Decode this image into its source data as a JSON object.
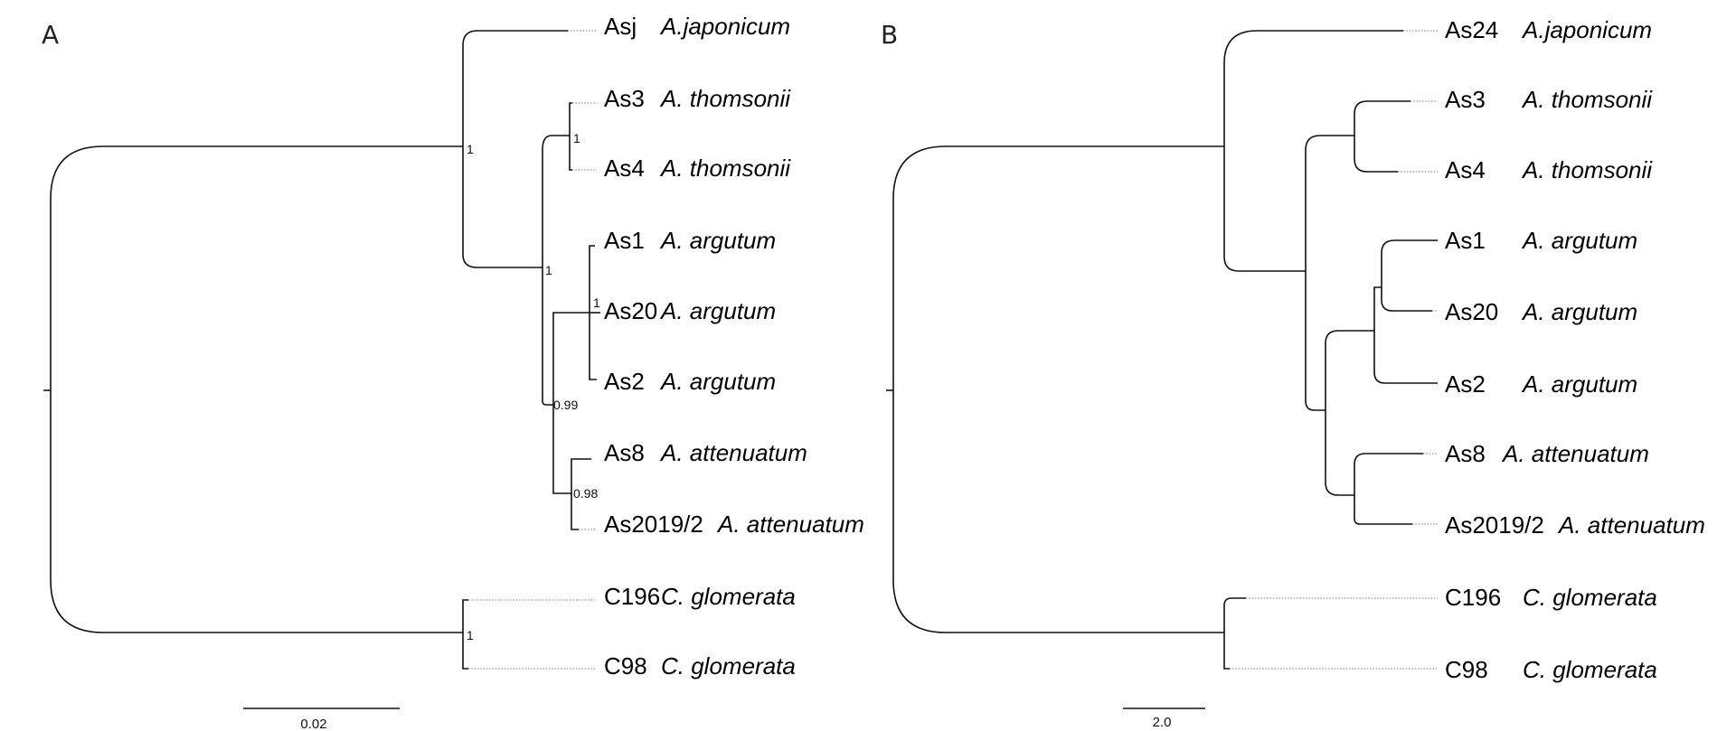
{
  "panels": [
    {
      "letter": "A",
      "scale_label": "0.02",
      "tips": [
        {
          "id": "Asj",
          "species": "A.japonicum"
        },
        {
          "id": "As3",
          "species": "A. thomsonii"
        },
        {
          "id": "As4",
          "species": "A. thomsonii"
        },
        {
          "id": "As1",
          "species": "A. argutum"
        },
        {
          "id": "As20",
          "species": "A. argutum"
        },
        {
          "id": "As2",
          "species": "A. argutum"
        },
        {
          "id": "As8",
          "species": "A. attenuatum"
        },
        {
          "id": "As2019/2",
          "species": "A. attenuatum"
        },
        {
          "id": "C196",
          "species": "C. glomerata"
        },
        {
          "id": "C98",
          "species": "C. glomerata"
        }
      ],
      "supports": [
        "1",
        "1",
        "1",
        "1",
        "0.99",
        "0.98",
        "1"
      ]
    },
    {
      "letter": "B",
      "scale_label": "2.0",
      "tips": [
        {
          "id": "As24",
          "species": "A.japonicum"
        },
        {
          "id": "As3",
          "species": "A. thomsonii"
        },
        {
          "id": "As4",
          "species": "A. thomsonii"
        },
        {
          "id": "As1",
          "species": "A. argutum"
        },
        {
          "id": "As20",
          "species": "A. argutum"
        },
        {
          "id": "As2",
          "species": "A. argutum"
        },
        {
          "id": "As8",
          "species": "A. attenuatum"
        },
        {
          "id": "As2019/2",
          "species": "A. attenuatum"
        },
        {
          "id": "C196",
          "species": "C. glomerata"
        },
        {
          "id": "C98",
          "species": "C. glomerata"
        }
      ],
      "supports": []
    }
  ]
}
